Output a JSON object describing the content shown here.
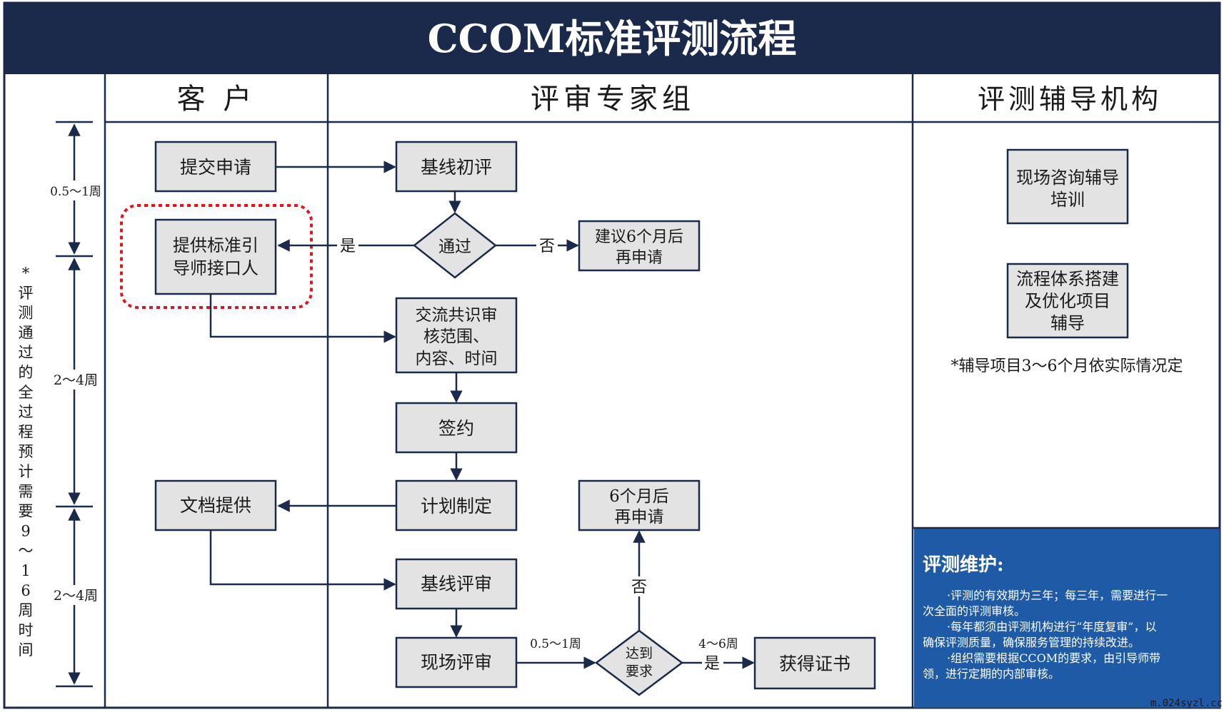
{
  "title": "CCOM标准评测流程",
  "lanes": {
    "customer": "客 户",
    "experts": "评审专家组",
    "institution": "评测辅导机构"
  },
  "timeline": {
    "vertical_label": "*评测通过的全过程预计需要9～16周时间",
    "segments": [
      "0.5～1周",
      "2～4周",
      "2～4周"
    ]
  },
  "customer_steps": {
    "submit": "提交申请",
    "provide_line1": "提供标准引",
    "provide_line2": "导师接口人",
    "docs": "文档提供"
  },
  "expert_steps": {
    "baseline_initial": "基线初评",
    "pass": "通过",
    "suggest_line1": "建议6个月后",
    "suggest_line2": "再申请",
    "exchange_line1": "交流共识审",
    "exchange_line2": "核范围、",
    "exchange_line3": "内容、时间",
    "sign": "签约",
    "plan": "计划制定",
    "reapply_line1": "6个月后",
    "reapply_line2": "再申请",
    "baseline_review": "基线评审",
    "onsite": "现场评审",
    "meet_line1": "达到",
    "meet_line2": "要求",
    "certificate": "获得证书"
  },
  "edge_labels": {
    "yes1": "是",
    "no1": "否",
    "no2": "否",
    "yes2": "是",
    "onsite_time": "0.5～1周",
    "cert_time": "4～6周"
  },
  "institution": {
    "box1_line1": "现场咨询辅导",
    "box1_line2": "培训",
    "box2_line1": "流程体系搭建",
    "box2_line2": "及优化项目",
    "box2_line3": "辅导",
    "note": "*辅导项目3～6个月依实际情况定"
  },
  "maintenance": {
    "heading": "评测维护:",
    "p1_line1": "·评测的有效期为三年；每三年，需要进行一",
    "p1_line2": "次全面的评测审核。",
    "p2_line1": "·每年都须由评测机构进行“年度复审”，以",
    "p2_line2": "确保评测质量，确保服务管理的持续改进。",
    "p3_line1": "·组织需要根据CCOM的要求，由引导师带",
    "p3_line2": "领，进行定期的内部审核。"
  },
  "watermark": "m.024syzl.cc",
  "colors": {
    "navy": "#1b2a4a",
    "maintenance_bg": "#1f5aa6",
    "box_fill": "#e3e3e3",
    "highlight": "#e0161d"
  }
}
